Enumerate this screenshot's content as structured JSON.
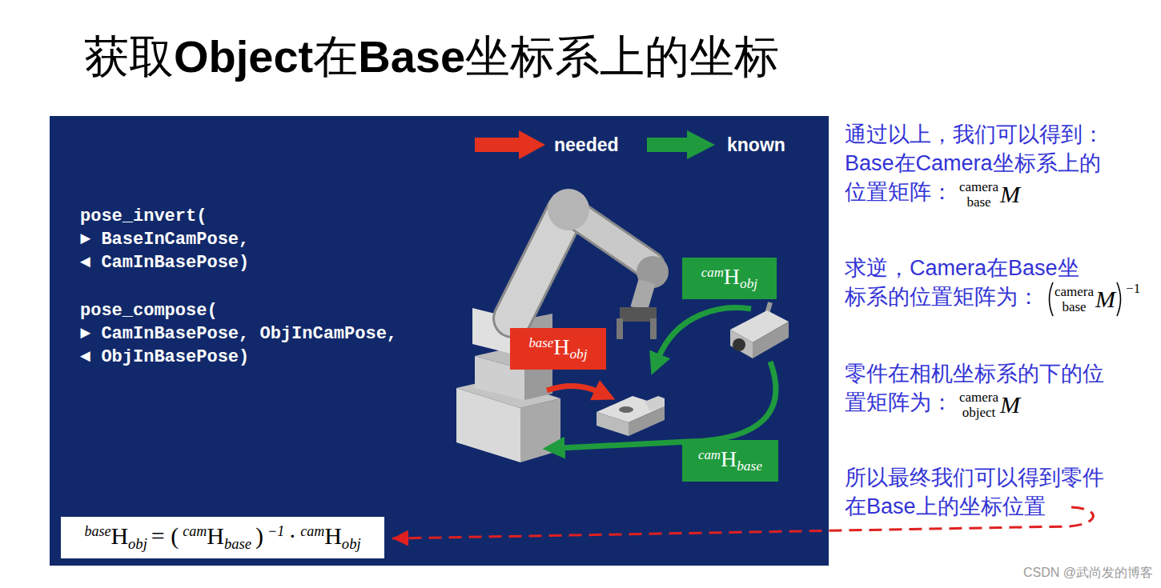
{
  "diagram": {
    "title": "获取Object在Base坐标系上的坐标",
    "nodes": [
      {
        "text": [
          "cam",
          "H",
          "obj"
        ]
      },
      {
        "text": [
          "base",
          "H",
          "obj"
        ]
      },
      {
        "text": [
          "cam",
          "H",
          "base"
        ]
      },
      {
        "text": [
          "base",
          "H",
          "obj",
          "= (",
          "cam",
          "H",
          "base",
          ")",
          "−1",
          "·",
          "cam",
          "H",
          "obj"
        ]
      }
    ],
    "labels": [
      "pose_invert(",
      "► BaseInCamPose,",
      "◄ CamInBasePose)",
      "pose_compose(",
      "► CamInBasePose, ObjInCamPose,",
      "◄ ObjInBasePose)",
      "通过以上，我们可以得到：Base在Camera坐标系上的位置矩阵：",
      "camera",
      "base",
      "M",
      "求逆，Camera在Base坐标系的位置矩阵为：",
      "camera",
      "base",
      "M",
      "−1",
      "零件在相机坐标系的下的位置矩阵为：",
      "camera",
      "object",
      "M",
      "所以最终我们可以得到零件在Base上的坐标位置",
      "CSDN @武尚发的博客"
    ],
    "legend": [
      {
        "text": "needed"
      },
      {
        "text": "known"
      }
    ]
  }
}
